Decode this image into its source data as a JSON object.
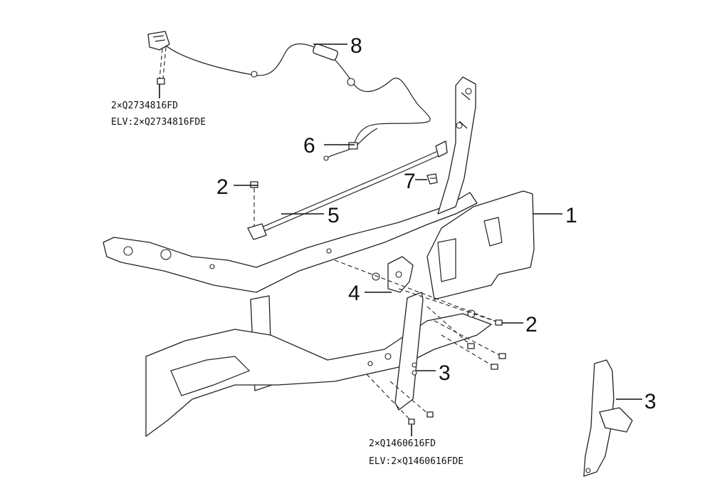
{
  "callouts": {
    "c1": "1",
    "c2a": "2",
    "c2b": "2",
    "c3a": "3",
    "c3b": "3",
    "c4": "4",
    "c5": "5",
    "c6": "6",
    "c7": "7",
    "c8": "8"
  },
  "notes": {
    "top_line1": "2×Q2734816FD",
    "top_line2": "ELV:2×Q2734816FDE",
    "bottom_line1": "2×Q1460616FD",
    "bottom_line2": "ELV:2×Q1460616FDE"
  }
}
